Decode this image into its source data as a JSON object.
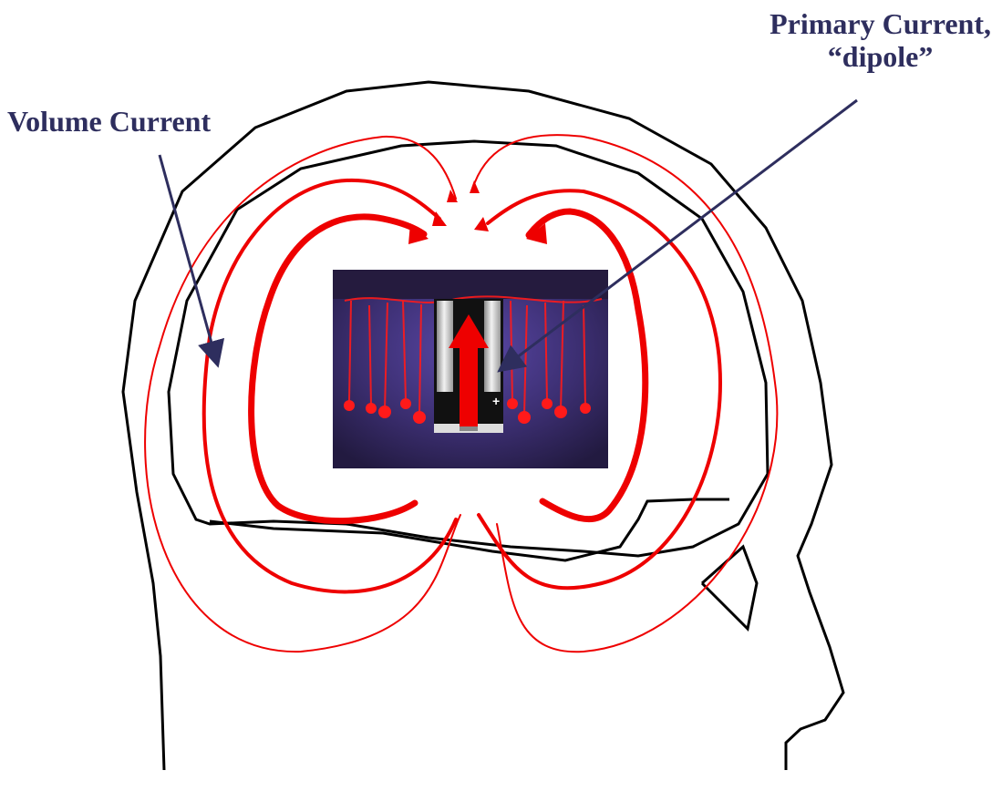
{
  "labels": {
    "volume_current": "Volume Current",
    "primary_current_line1": "Primary Current,",
    "primary_current_line2": "“dipole”"
  },
  "colors": {
    "label_text": "#2e2e5e",
    "arrow_label": "#2e2e5e",
    "head_outline": "#000000",
    "current_lines": "#ee0000",
    "tissue_background": "#3a2d6e",
    "neuron_red": "#ff1a1a",
    "battery_body": "#111111",
    "battery_silver": "#cfcfcf"
  },
  "icons": {
    "battery": "battery-icon",
    "dipole_arrow": "up-arrow-icon"
  }
}
